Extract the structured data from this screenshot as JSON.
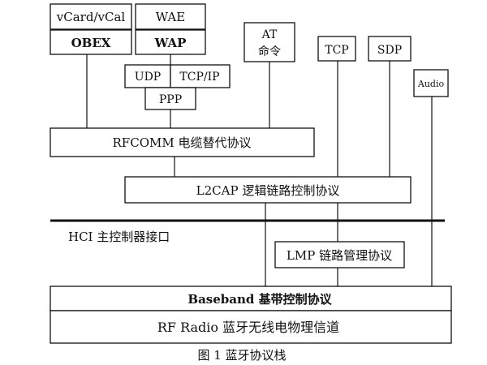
{
  "diagram": {
    "caption": "图 1  蓝牙协议栈",
    "hci_label": "HCI 主控制器接口",
    "blocks": {
      "vcard": "vCard/vCal",
      "wae": "WAE",
      "obex": "OBEX",
      "wap": "WAP",
      "at": [
        "AT",
        "命令"
      ],
      "tcp_top": "TCP",
      "sdp": "SDP",
      "audio": "Audio",
      "udp": "UDP",
      "tcpip": "TCP/IP",
      "ppp": "PPP",
      "rfcomm": "RFCOMM 电缆替代协议",
      "l2cap": "L2CAP 逻辑链路控制协议",
      "lmp": "LMP 链路管理协议",
      "baseband": "Baseband 基带控制协议",
      "rf": "RF  Radio 蓝牙无线电物理信道"
    }
  }
}
